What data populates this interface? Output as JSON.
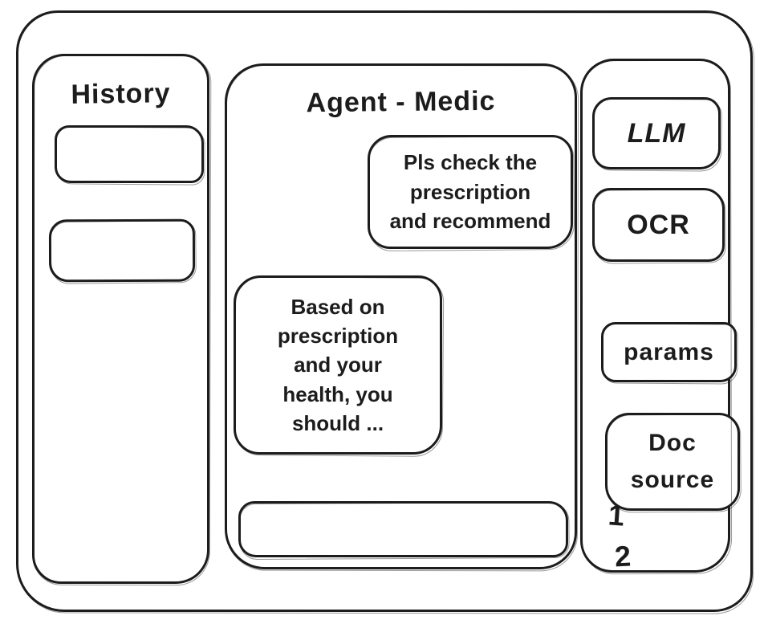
{
  "window": {
    "background": "#ffffff",
    "ink": "#1c1c1c"
  },
  "history_panel": {
    "title": "History",
    "items": [
      {
        "label": ""
      },
      {
        "label": ""
      }
    ]
  },
  "chat_panel": {
    "title": "Agent - Medic",
    "messages": [
      {
        "role": "user",
        "text": "Pls check the\nprescription\nand recommend"
      },
      {
        "role": "agent",
        "text": "Based on\nprescription\nand your\nhealth, you\nshould ..."
      }
    ],
    "input": {
      "value": "",
      "placeholder": ""
    }
  },
  "tools_panel": {
    "buttons": [
      {
        "label": "LLM"
      },
      {
        "label": "OCR"
      },
      {
        "label": "params"
      },
      {
        "label": "Doc\nsource"
      }
    ],
    "doc_source_items": [
      "1",
      "2"
    ]
  }
}
